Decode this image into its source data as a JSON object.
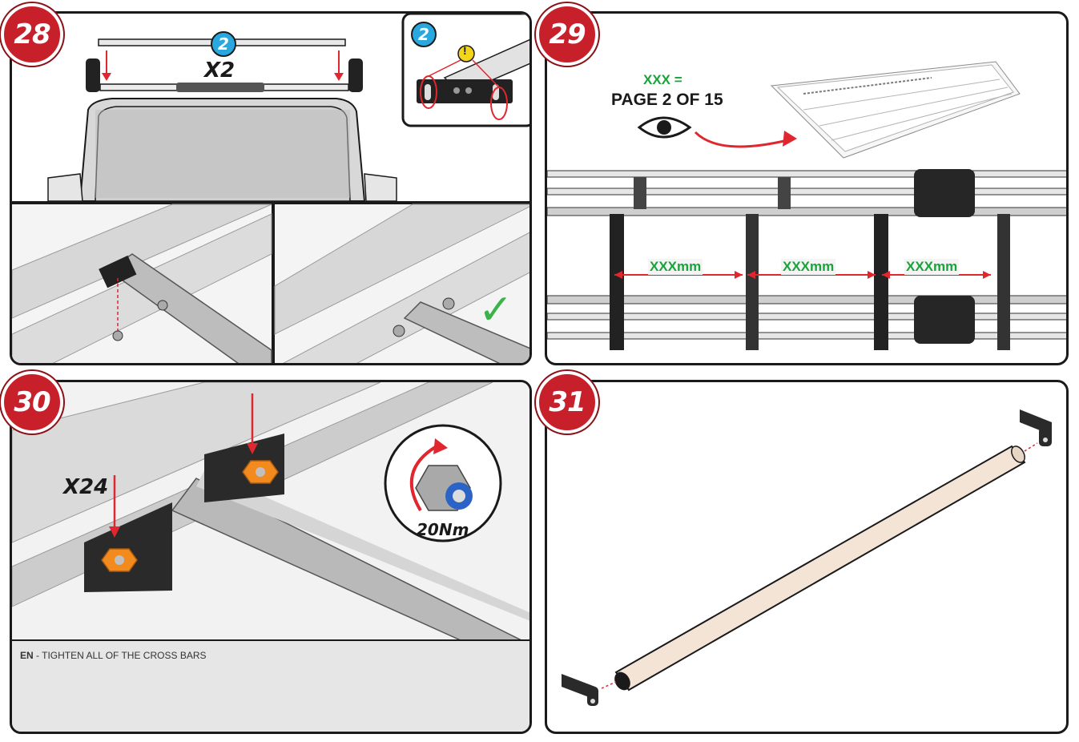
{
  "steps": {
    "s28": "28",
    "s29": "29",
    "s30": "30",
    "s31": "31"
  },
  "step28": {
    "part_number": "2",
    "quantity": "X2",
    "inset_part_number": "2",
    "warning_symbol": "!",
    "check_symbol": "✓"
  },
  "step29": {
    "xxx_label": "XXX =",
    "page_ref": "PAGE 2 OF 15",
    "dim1": "XXXmm",
    "dim2": "XXXmm",
    "dim3": "XXXmm"
  },
  "step30": {
    "quantity": "X24",
    "torque": "20Nm",
    "lang_code": "EN",
    "instruction": " - TIGHTEN ALL OF THE CROSS BARS"
  },
  "colors": {
    "badge_red": "#c8202b",
    "arrow_red": "#e0262e",
    "dim_green": "#1aa33a",
    "part_blue": "#29a8e0",
    "nut_orange": "#f28a1e",
    "check_green": "#3bb34a"
  }
}
